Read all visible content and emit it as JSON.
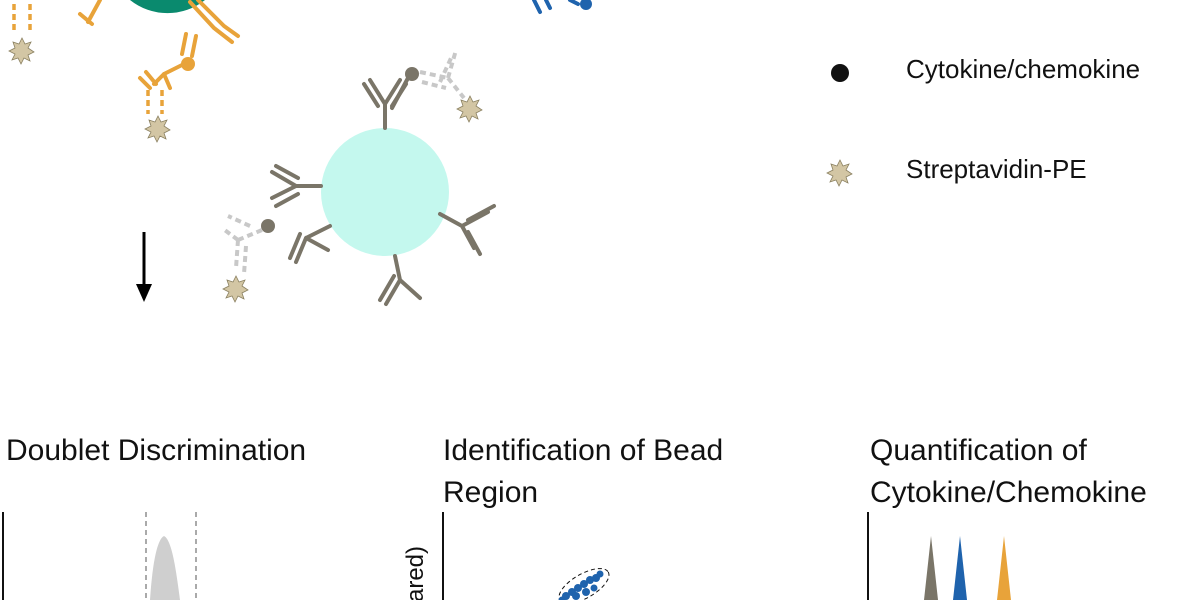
{
  "legend": {
    "items": [
      {
        "label": "Cytokine/chemokine",
        "icon": "dot-icon"
      },
      {
        "label": "Streptavidin-PE",
        "icon": "star-icon"
      }
    ]
  },
  "sections": [
    {
      "title": "Doublet Discrimination"
    },
    {
      "title": "Identification of Bead Region"
    },
    {
      "title": "Quantification of Cytokine/Chemokine"
    }
  ],
  "plot2": {
    "ylabel_fragment": "ared)"
  },
  "colors": {
    "teal_bead": "#0a8a6e",
    "light_bead": "#c4f8ee",
    "gray_antibody": "#7a7568",
    "gray_dashed": "#c8c8c8",
    "orange_antibody": "#e8a33a",
    "blue_antibody": "#1f63ad",
    "star_fill": "#d3c6a4",
    "histogram_fill": "#cfcfcf"
  }
}
